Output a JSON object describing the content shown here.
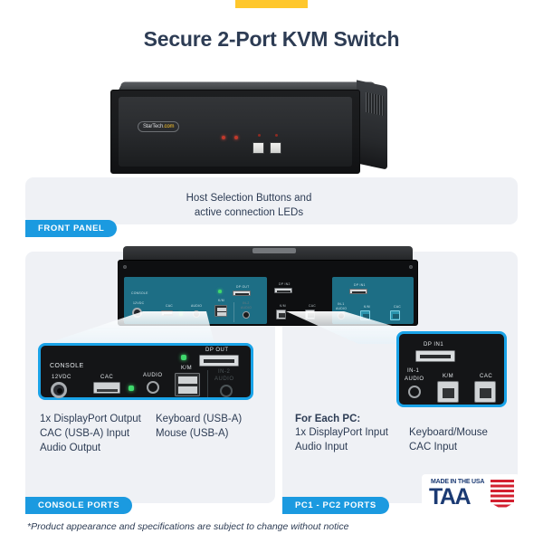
{
  "page": {
    "title": "Secure 2-Port KVM Switch",
    "footer_note": "*Product appearance and specifications are subject to change without notice",
    "accent_blue": "#1b9ae0",
    "accent_yellow": "#ffc72c",
    "title_color": "#2d3c54",
    "card_bg": "#eff1f5",
    "detail_border": "#19a3e8",
    "zone_teal": "#1d6e85"
  },
  "front_section": {
    "badge": "FRONT PANEL",
    "caption_line1": "Host Selection Buttons and",
    "caption_line2": "active connection LEDs",
    "device": {
      "brand_logo": "StarTech",
      "brand_logo_suffix": ".com"
    }
  },
  "rear_panel": {
    "console_zone": {
      "title": "CONSOLE",
      "labels": {
        "power": "12VDC",
        "cac": "CAC",
        "audio": "AUDIO",
        "km": "K/M",
        "dp_out": "DP OUT"
      }
    },
    "middle": {
      "in2_audio_line1": "IN-2",
      "in2_audio_line2": "AUDIO",
      "dp_in2": "DP IN2",
      "km": "K/M",
      "cac": "CAC"
    },
    "pc1_zone": {
      "dp_in1": "DP IN1",
      "in1_audio_line1": "IN-1",
      "in1_audio_line2": "AUDIO",
      "km": "K/M",
      "cac": "CAC"
    }
  },
  "console_detail": {
    "title": "CONSOLE",
    "power": "12VDC",
    "cac": "CAC",
    "audio": "AUDIO",
    "km": "K/M",
    "dp_out": "DP OUT",
    "in2_line1": "IN-2",
    "in2_line2": "AUDIO"
  },
  "pc_detail": {
    "dp_in1": "DP IN1",
    "in1_line1": "IN-1",
    "in1_line2": "AUDIO",
    "km": "K/M",
    "cac": "CAC"
  },
  "console_section": {
    "badge": "CONSOLE PORTS",
    "col1_line1": "1x DisplayPort Output",
    "col1_line2": "CAC (USB-A) Input",
    "col1_line3": "Audio Output",
    "col2_line1": "Keyboard (USB-A)",
    "col2_line2": "Mouse (USB-A)"
  },
  "pc_section": {
    "badge": "PC1 - PC2 PORTS",
    "heading": "For Each PC:",
    "col1_line1": "1x DisplayPort Input",
    "col1_line2": "Audio Input",
    "col2_line1": "Keyboard/Mouse",
    "col2_line2": "CAC Input"
  },
  "taa_logo": {
    "made_in": "MADE IN THE USA",
    "acronym": "TAA"
  }
}
